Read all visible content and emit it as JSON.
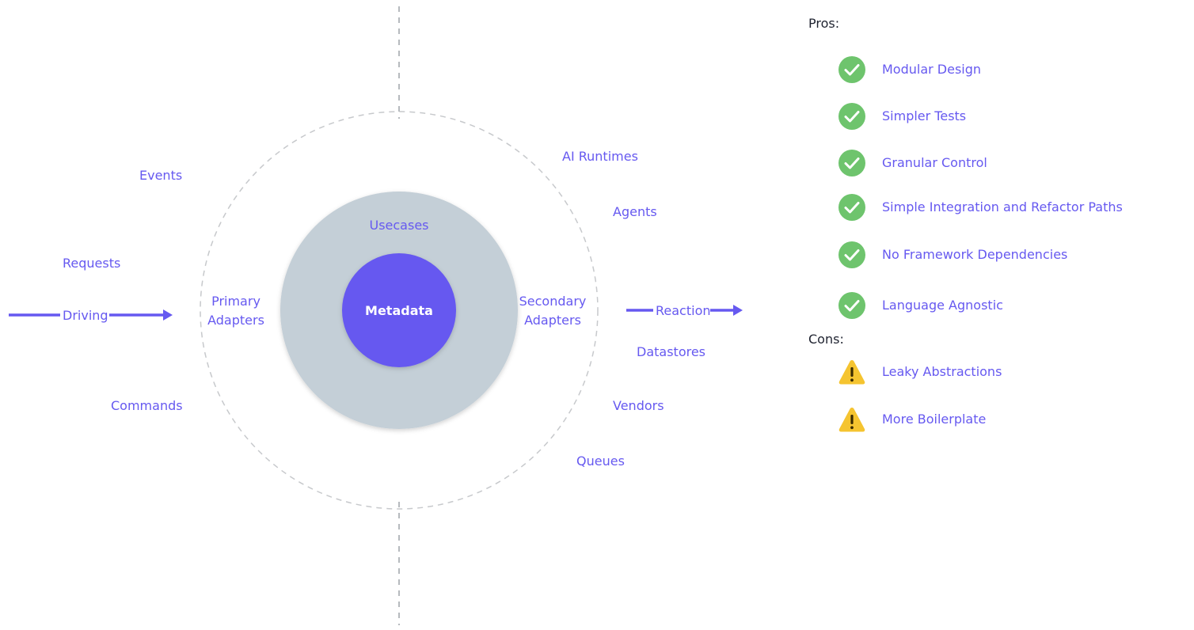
{
  "diagram": {
    "core": "Metadata",
    "usecases": "Usecases",
    "primary_adapters": [
      "Primary",
      "Adapters"
    ],
    "secondary_adapters": [
      "Secondary",
      "Adapters"
    ],
    "inputs": {
      "events": "Events",
      "requests": "Requests",
      "driving": "Driving",
      "commands": "Commands"
    },
    "outputs": {
      "ai_runtimes": "AI Runtimes",
      "agents": "Agents",
      "reaction": "Reaction",
      "datastores": "Datastores",
      "vendors": "Vendors",
      "queues": "Queues"
    },
    "colors": {
      "accent": "#6659f0",
      "ring": "#c4cfd7",
      "dashed": "#c7c9cc",
      "check": "#6ec46d",
      "warning": "#f5c430"
    }
  },
  "pros": {
    "heading": "Pros:",
    "items": [
      {
        "icon": "check-circle-icon",
        "label": "Modular Design"
      },
      {
        "icon": "check-circle-icon",
        "label": "Simpler Tests"
      },
      {
        "icon": "check-circle-icon",
        "label": "Granular Control"
      },
      {
        "icon": "check-circle-icon",
        "label": "Simple Integration and Refactor Paths"
      },
      {
        "icon": "check-circle-icon",
        "label": "No Framework Dependencies"
      },
      {
        "icon": "check-circle-icon",
        "label": "Language Agnostic"
      }
    ]
  },
  "cons": {
    "heading": "Cons:",
    "items": [
      {
        "icon": "warning-icon",
        "label": "Leaky Abstractions"
      },
      {
        "icon": "warning-icon",
        "label": "More Boilerplate"
      }
    ]
  }
}
